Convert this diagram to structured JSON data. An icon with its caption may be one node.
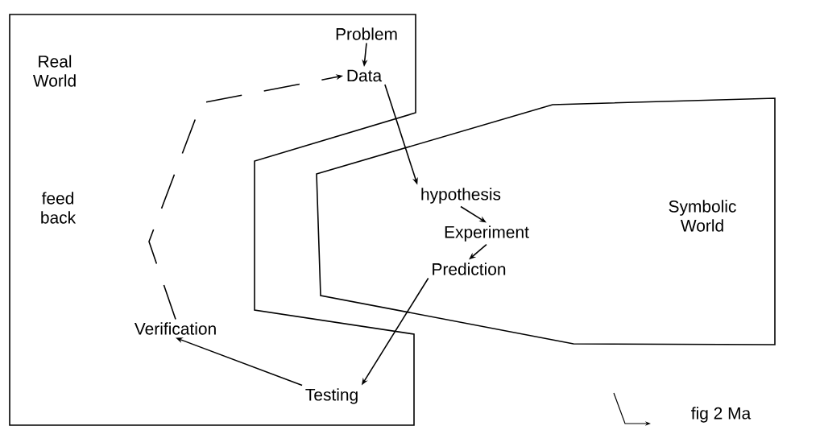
{
  "diagram": {
    "nodes": [
      {
        "text": [
          "Real World"
        ]
      },
      {
        "text": [
          "Symbolic World"
        ]
      },
      {
        "text": [
          "Problem"
        ],
        "in": 0
      },
      {
        "text": [
          "Data"
        ],
        "in": 0
      },
      {
        "text": [
          "hypothesis"
        ],
        "in": 1
      },
      {
        "text": [
          "Experiment"
        ],
        "in": 1
      },
      {
        "text": [
          "Prediction"
        ],
        "in": 1
      },
      {
        "text": [
          "Testing"
        ],
        "in": 0
      },
      {
        "text": [
          "Verification"
        ],
        "in": 0
      }
    ],
    "edges": [
      {
        "from": 2,
        "to": 3,
        "arrow": "to"
      },
      {
        "from": 3,
        "to": 4,
        "arrow": "to"
      },
      {
        "from": 4,
        "to": 5,
        "arrow": "to"
      },
      {
        "from": 5,
        "to": 6,
        "arrow": "to"
      },
      {
        "from": 6,
        "to": 7,
        "arrow": "to"
      },
      {
        "from": 7,
        "to": 8,
        "arrow": "to"
      },
      {
        "from": 8,
        "to": 3,
        "arrow": "to",
        "style": "dashed"
      }
    ],
    "labels": [
      "feed back",
      "fig 2 Ma"
    ]
  }
}
